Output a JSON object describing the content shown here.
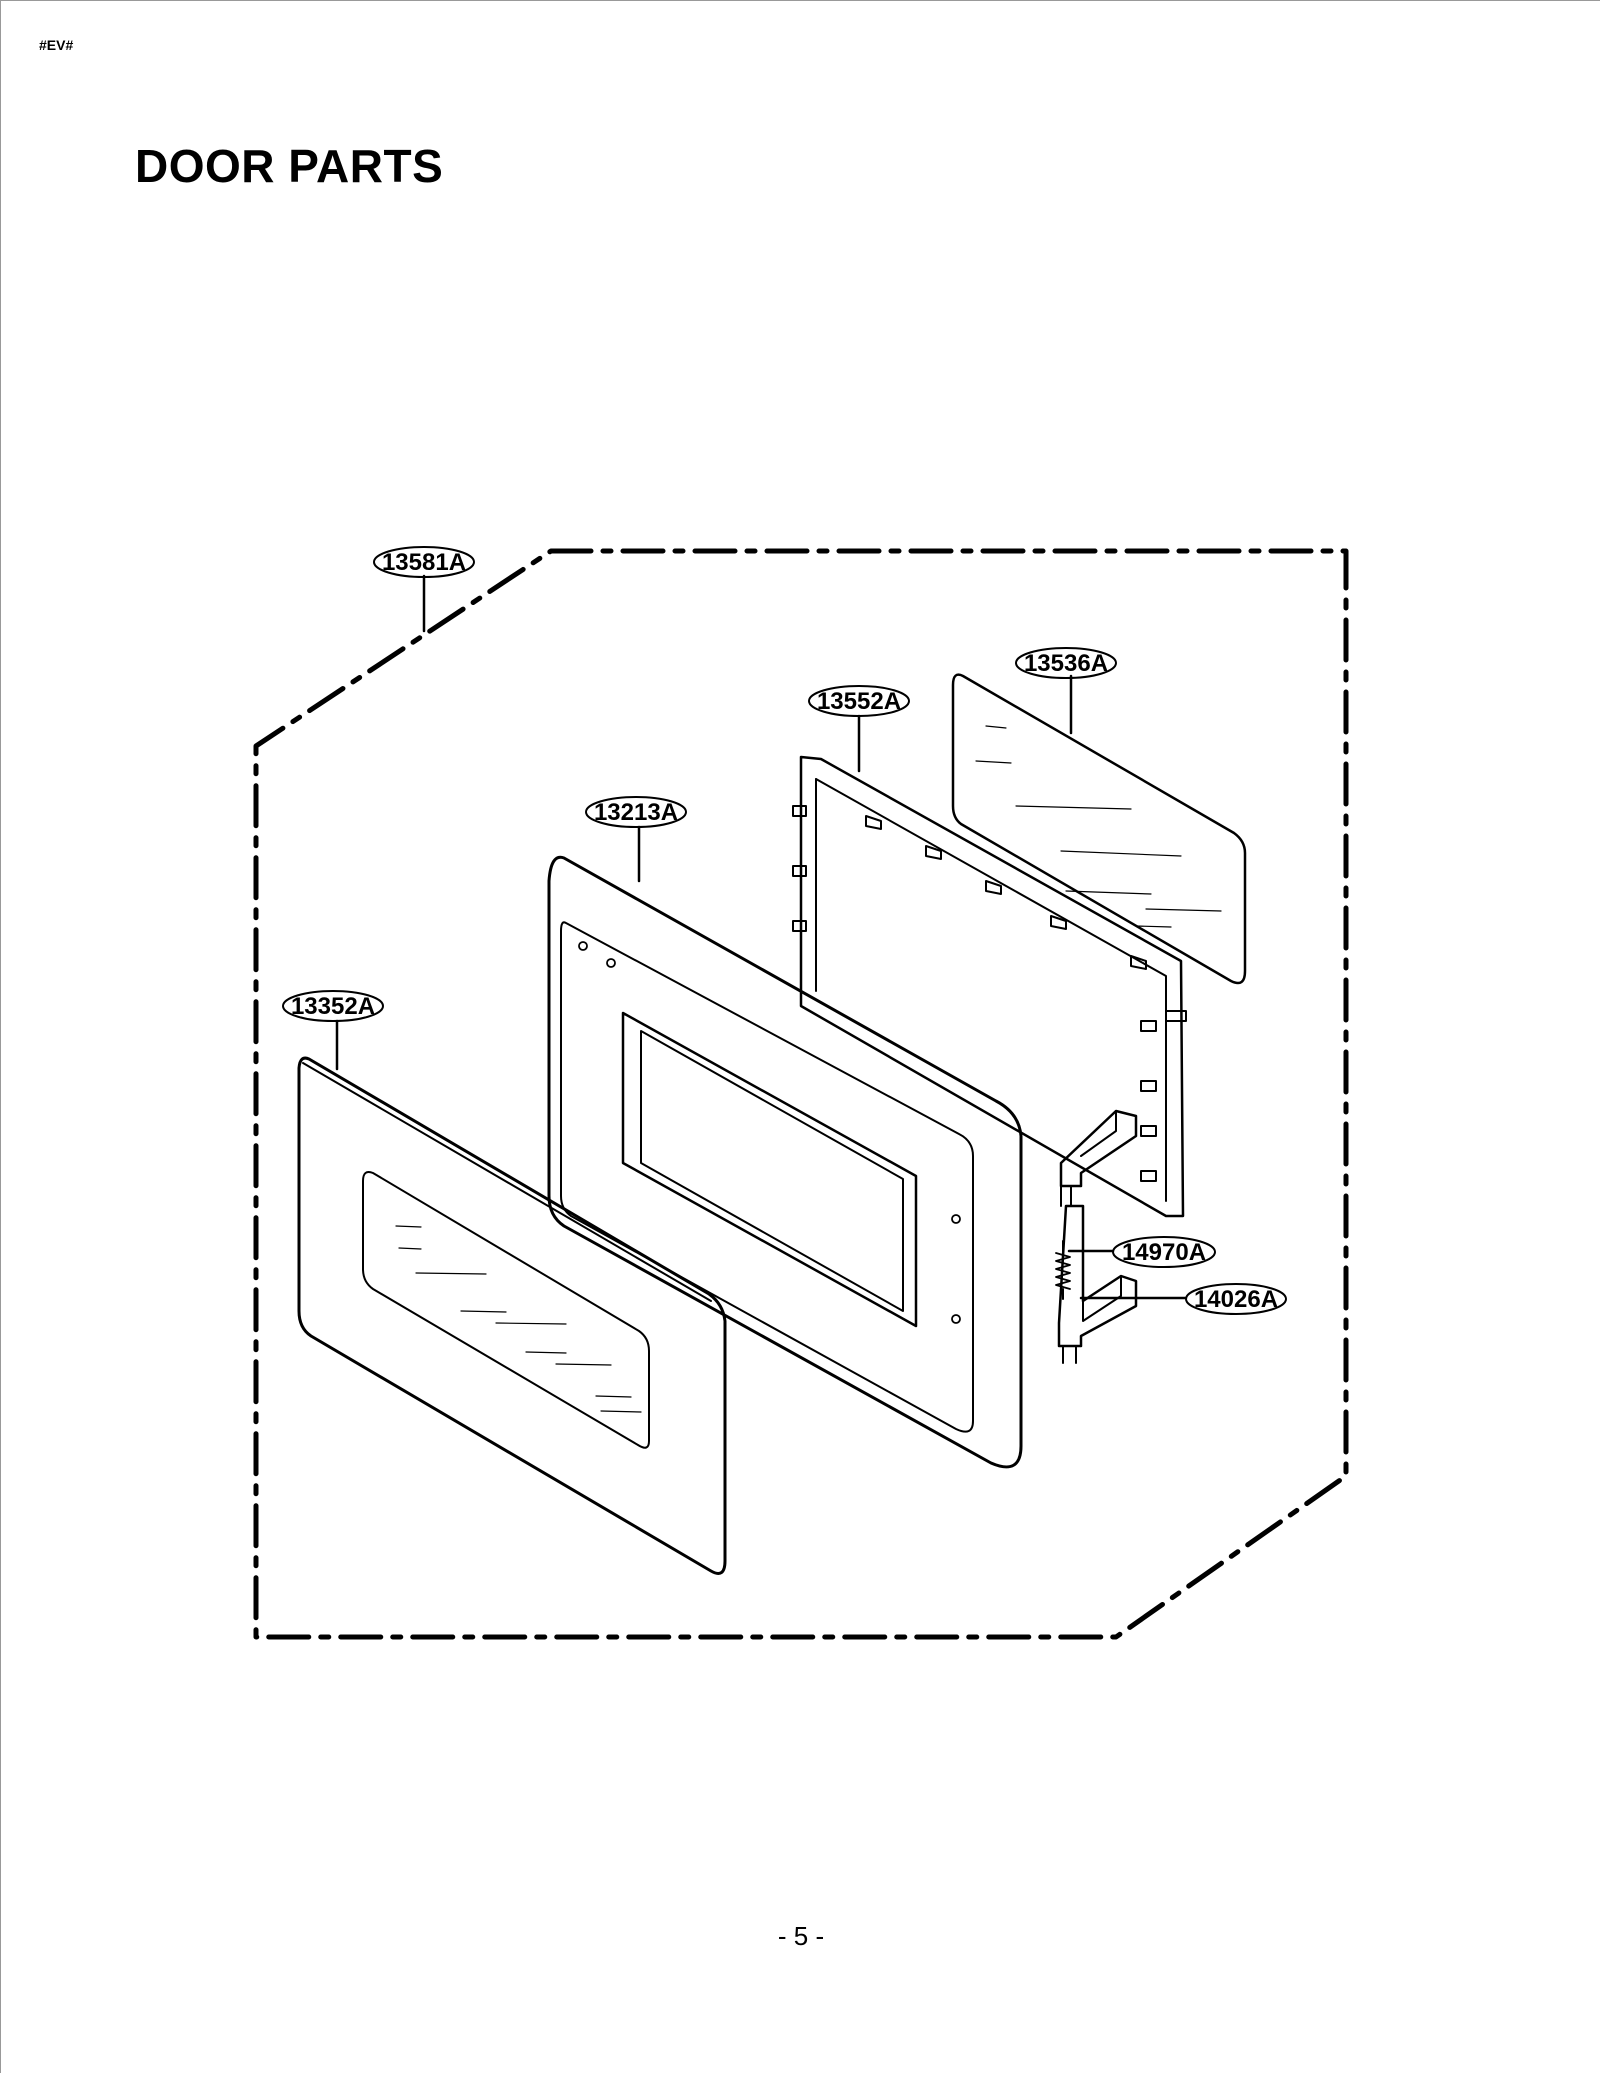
{
  "header_code": "#EV#",
  "title": "DOOR PARTS",
  "page_number": "- 5 -",
  "parts": [
    {
      "id": "13581A"
    },
    {
      "id": "13536A"
    },
    {
      "id": "13552A"
    },
    {
      "id": "13213A"
    },
    {
      "id": "13352A"
    },
    {
      "id": "14970A"
    },
    {
      "id": "14026A"
    }
  ]
}
